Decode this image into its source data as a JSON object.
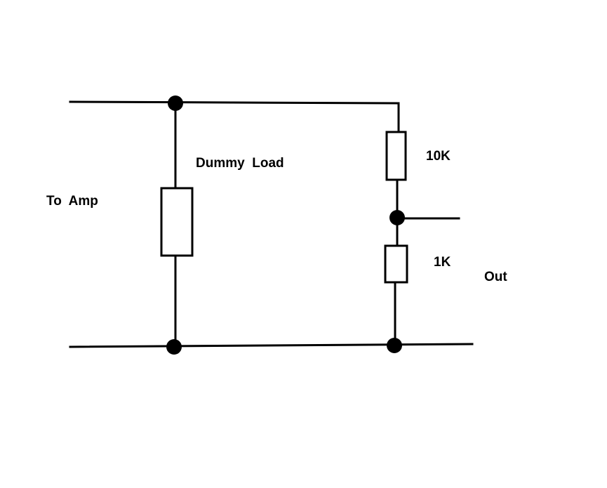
{
  "labels": {
    "to_amp": "To  Amp",
    "dummy_load": "Dummy  Load",
    "r_top": "10K",
    "r_bottom": "1K",
    "out": "Out"
  },
  "colors": {
    "ink": "#000000",
    "background": "#ffffff"
  }
}
